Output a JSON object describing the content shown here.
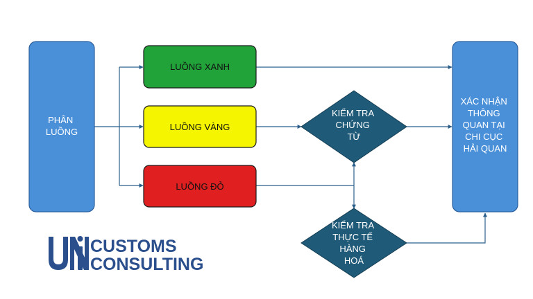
{
  "nodes": {
    "phan_luong": {
      "lines": [
        "PHÂN",
        "LUỒNG"
      ]
    },
    "luong_xanh": {
      "label": "LUỒNG XANH"
    },
    "luong_vang": {
      "label": "LUỒNG VÀNG"
    },
    "luong_do": {
      "label": "LUỒNG ĐỎ"
    },
    "kiem_tra_chung_tu": {
      "lines": [
        "KIỂM TRA",
        "CHỨNG",
        "TỪ"
      ]
    },
    "kiem_tra_thuc_te": {
      "lines": [
        "KIỂM TRA",
        "THỰC TẾ",
        "HÀNG",
        "HOÁ"
      ]
    },
    "xac_nhan": {
      "lines": [
        "XÁC NHẬN",
        "THÔNG",
        "QUAN TẠI",
        "CHI CỤC",
        "HẢI QUAN"
      ]
    }
  },
  "logo": {
    "mark": "UNI",
    "line1": "CUSTOMS",
    "line2": "CONSULTING"
  },
  "colors": {
    "blue_box": "#4a90d9",
    "green": "#21a33a",
    "yellow": "#f5f500",
    "red": "#e02020",
    "diamond": "#1f5a78",
    "connector": "#2a5f8c",
    "logo": "#2a4f8c"
  }
}
